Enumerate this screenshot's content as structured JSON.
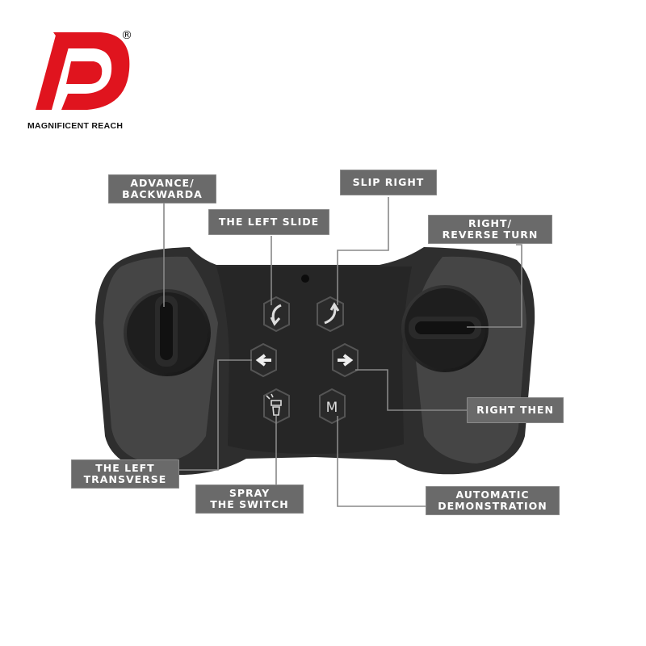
{
  "brand": {
    "name": "MAGNIFICENT REACH",
    "registered_mark": "®",
    "logo_color": "#e0141e"
  },
  "controller": {
    "body_color": "#2e2e2e",
    "button_color": "#2a2a2a"
  },
  "labels": {
    "advance_backward": [
      "ADVANCE/",
      "BACKWARDA"
    ],
    "slip_right": [
      "SLIP RIGHT"
    ],
    "left_slide": [
      "THE LEFT SLIDE"
    ],
    "right_reverse_turn": [
      "RIGHT/",
      "REVERSE TURN"
    ],
    "right_then": [
      "RIGHT THEN"
    ],
    "left_transverse": [
      "THE LEFT",
      "TRANSVERSE"
    ],
    "spray_switch": [
      "SPRAY",
      "THE SWITCH"
    ],
    "auto_demo": [
      "AUTOMATIC",
      "DEMONSTRATION"
    ]
  },
  "buttons": {
    "mode_glyph": "M"
  },
  "colors": {
    "label_bg": "#6a6a6a",
    "label_text": "#ffffff",
    "leader_line": "#888888"
  }
}
